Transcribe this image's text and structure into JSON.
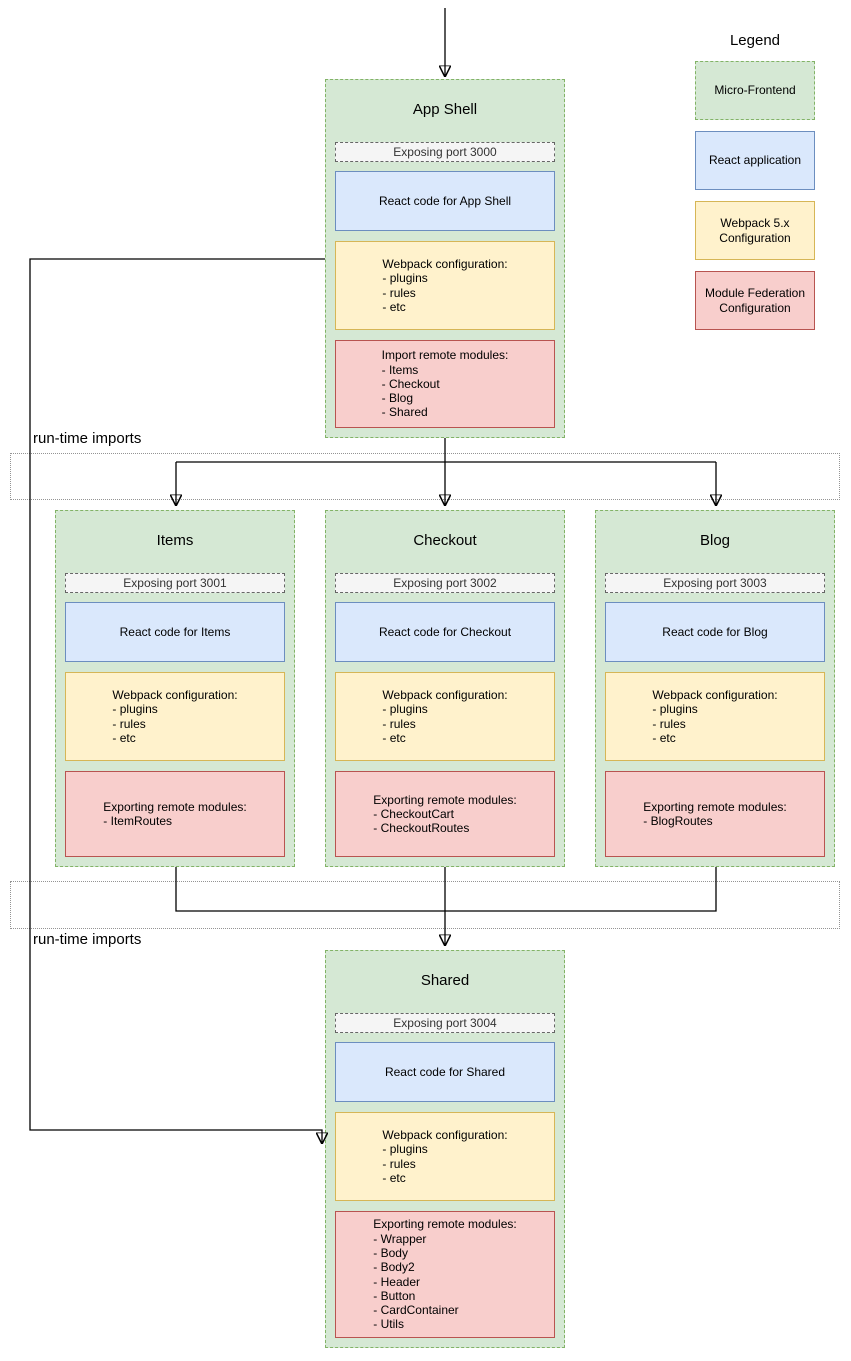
{
  "diagram": {
    "runtime_labels": {
      "top": "run-time imports",
      "bottom": "run-time imports"
    },
    "legend": {
      "title": "Legend",
      "items": [
        {
          "label": "Micro-Frontend"
        },
        {
          "label": "React application"
        },
        {
          "label": "Webpack 5.x\nConfiguration"
        },
        {
          "label": "Module Federation\nConfiguration"
        }
      ]
    },
    "nodes": {
      "app_shell": {
        "title": "App Shell",
        "port_label": "Exposing port 3000",
        "react_label": "React code for App Shell",
        "webpack_label": "Webpack configuration:\n- plugins\n- rules\n- etc",
        "federation_label": "Import remote modules:\n- Items\n- Checkout\n- Blog\n- Shared"
      },
      "items": {
        "title": "Items",
        "port_label": "Exposing port 3001",
        "react_label": "React code for Items",
        "webpack_label": "Webpack configuration:\n- plugins\n- rules\n- etc",
        "federation_label": "Exporting remote modules:\n- ItemRoutes"
      },
      "checkout": {
        "title": "Checkout",
        "port_label": "Exposing port 3002",
        "react_label": "React code for Checkout",
        "webpack_label": "Webpack configuration:\n- plugins\n- rules\n- etc",
        "federation_label": "Exporting remote modules:\n- CheckoutCart\n- CheckoutRoutes"
      },
      "blog": {
        "title": "Blog",
        "port_label": "Exposing port 3003",
        "react_label": "React code for Blog",
        "webpack_label": "Webpack configuration:\n- plugins\n- rules\n- etc",
        "federation_label": "Exporting remote modules:\n- BlogRoutes"
      },
      "shared": {
        "title": "Shared",
        "port_label": "Exposing port 3004",
        "react_label": "React code for Shared",
        "webpack_label": "Webpack configuration:\n- plugins\n- rules\n- etc",
        "federation_label": "Exporting remote modules:\n- Wrapper\n- Body\n- Body2\n- Header\n- Button\n- CardContainer\n- Utils"
      }
    },
    "colors": {
      "micro_frontend_fill": "#d5e8d4",
      "micro_frontend_stroke": "#82b366",
      "react_fill": "#dae8fc",
      "react_stroke": "#6c8ebf",
      "webpack_fill": "#fff2cc",
      "webpack_stroke": "#d6b656",
      "federation_fill": "#f8cecc",
      "federation_stroke": "#b85450",
      "port_fill": "#f5f5f5",
      "port_stroke": "#666666",
      "connector": "#000000"
    }
  }
}
